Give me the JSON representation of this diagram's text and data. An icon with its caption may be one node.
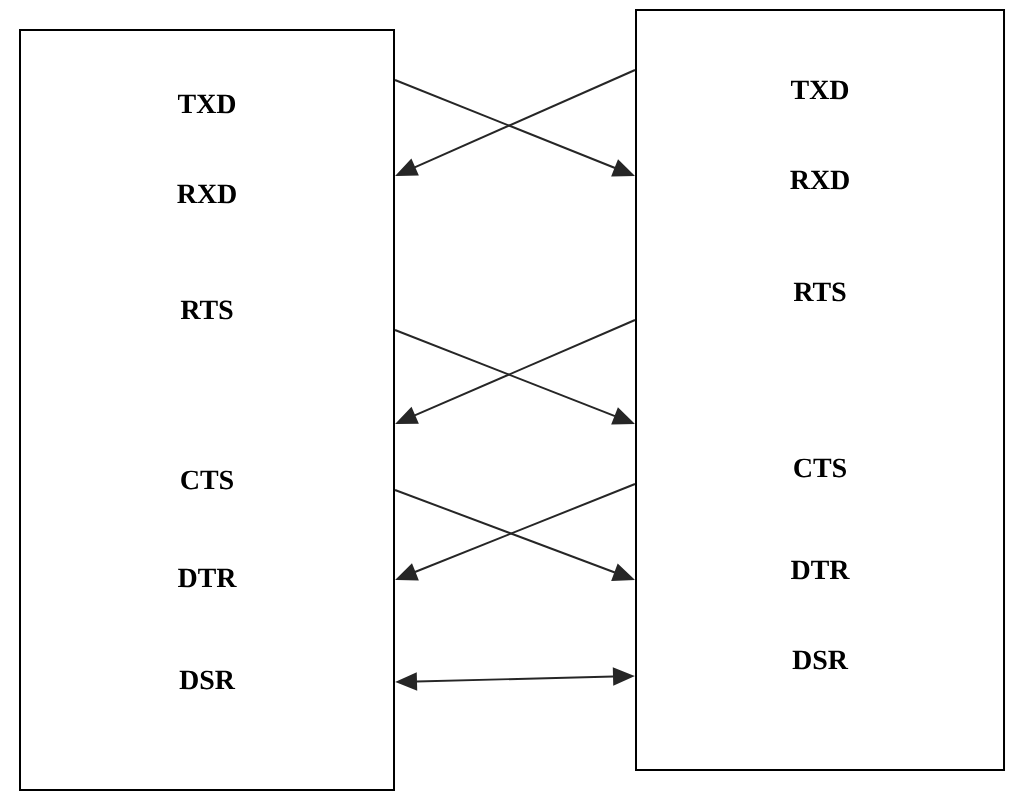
{
  "diagram": {
    "nodes": [
      {
        "text": [
          "TXD",
          "RXD",
          "RTS",
          "CTS",
          "DTR",
          "DSR"
        ]
      },
      {
        "text": [
          "TXD",
          "RXD",
          "RTS",
          "CTS",
          "DTR",
          "DSR"
        ]
      }
    ],
    "edges": [
      {
        "from": 0,
        "to": 1,
        "arrow": "to"
      },
      {
        "from": 1,
        "to": 0,
        "arrow": "to"
      },
      {
        "from": 0,
        "to": 1,
        "arrow": "to"
      },
      {
        "from": 1,
        "to": 0,
        "arrow": "to"
      },
      {
        "from": 0,
        "to": 1,
        "arrow": "to"
      },
      {
        "from": 1,
        "to": 0,
        "arrow": "to"
      },
      {
        "from": 0,
        "to": 1,
        "arrow": "both"
      }
    ]
  }
}
